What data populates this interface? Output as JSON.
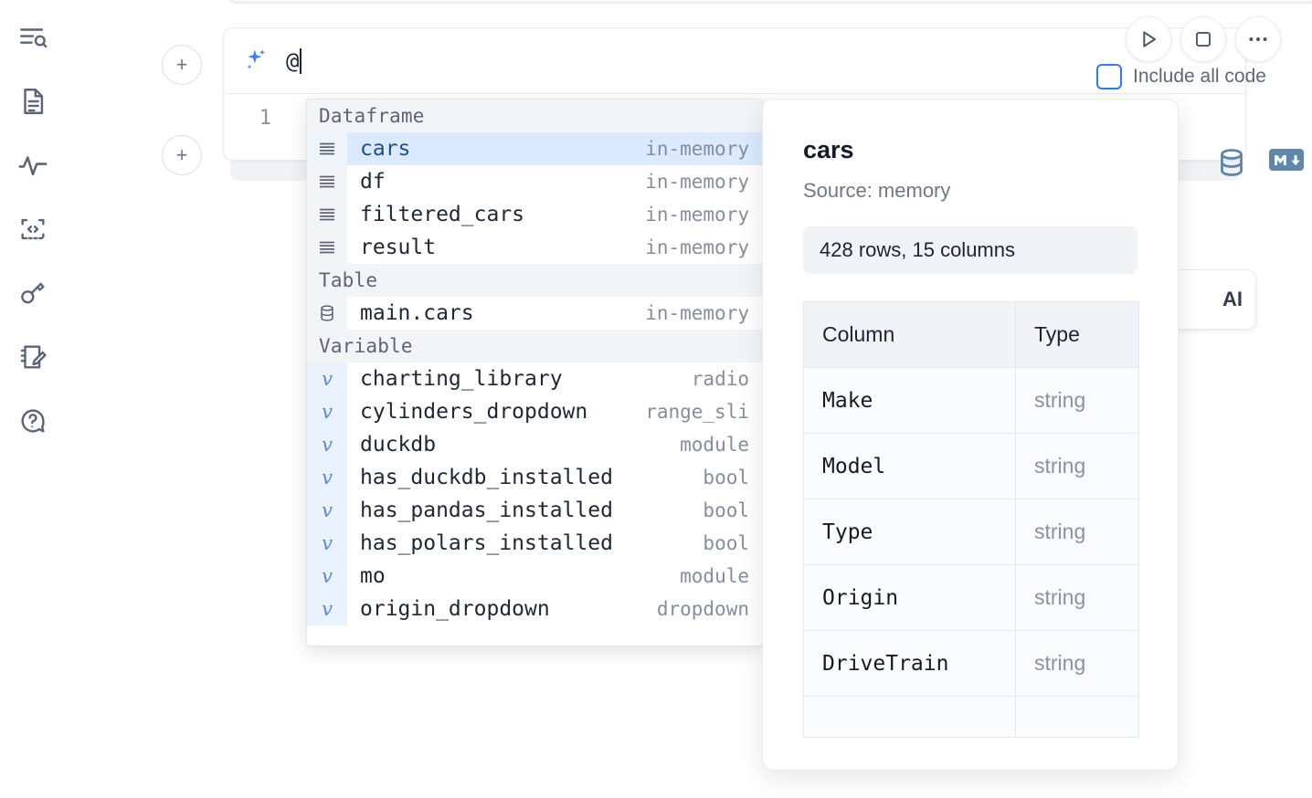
{
  "sidebar": {
    "items": [
      {
        "name": "outline-search-icon",
        "label": "Search outline"
      },
      {
        "name": "document-icon",
        "label": "Notebook file"
      },
      {
        "name": "activity-icon",
        "label": "Activity"
      },
      {
        "name": "code-snippet-icon",
        "label": "Snippets"
      },
      {
        "name": "key-icon",
        "label": "Secrets"
      },
      {
        "name": "scratchpad-icon",
        "label": "Scratchpad"
      },
      {
        "name": "help-icon",
        "label": "Help"
      }
    ]
  },
  "cell": {
    "add_cell_label": "+",
    "line_number": "1",
    "ai_prompt_value": "@",
    "sparkle_icon": "sparkles-icon",
    "type_icons": [
      {
        "name": "database-icon",
        "glyph": "database"
      },
      {
        "name": "markdown-icon",
        "glyph": "M"
      }
    ]
  },
  "controls": {
    "run_label": "run-button",
    "stop_label": "stop-button",
    "include_all_code_label": "Include all code",
    "include_all_code_checked": false,
    "ai_chip_label": "AI",
    "accent_color": "#3b82f6",
    "checkbox_border_color": "#2f7dea"
  },
  "autocomplete": {
    "groups": [
      {
        "header": "Dataframe",
        "icon": "dataframe-icon",
        "items": [
          {
            "label": "cars",
            "meta": "in-memory",
            "selected": true
          },
          {
            "label": "df",
            "meta": "in-memory",
            "selected": false
          },
          {
            "label": "filtered_cars",
            "meta": "in-memory",
            "selected": false
          },
          {
            "label": "result",
            "meta": "in-memory",
            "selected": false
          }
        ]
      },
      {
        "header": "Table",
        "icon": "table-icon",
        "items": [
          {
            "label": "main.cars",
            "meta": "in-memory",
            "selected": false
          }
        ]
      },
      {
        "header": "Variable",
        "icon": "variable-icon",
        "items": [
          {
            "label": "charting_library",
            "meta": "radio",
            "selected": false
          },
          {
            "label": "cylinders_dropdown",
            "meta": "range_sli",
            "selected": false
          },
          {
            "label": "duckdb",
            "meta": "module",
            "selected": false
          },
          {
            "label": "has_duckdb_installed",
            "meta": "bool",
            "selected": false
          },
          {
            "label": "has_pandas_installed",
            "meta": "bool",
            "selected": false
          },
          {
            "label": "has_polars_installed",
            "meta": "bool",
            "selected": false
          },
          {
            "label": "mo",
            "meta": "module",
            "selected": false
          },
          {
            "label": "origin_dropdown",
            "meta": "dropdown",
            "selected": false
          }
        ]
      }
    ]
  },
  "detail": {
    "title": "cars",
    "source": "Source: memory",
    "shape": "428 rows, 15 columns",
    "table": {
      "headers": [
        "Column",
        "Type"
      ],
      "rows": [
        [
          "Make",
          "string"
        ],
        [
          "Model",
          "string"
        ],
        [
          "Type",
          "string"
        ],
        [
          "Origin",
          "string"
        ],
        [
          "DriveTrain",
          "string"
        ]
      ]
    }
  }
}
